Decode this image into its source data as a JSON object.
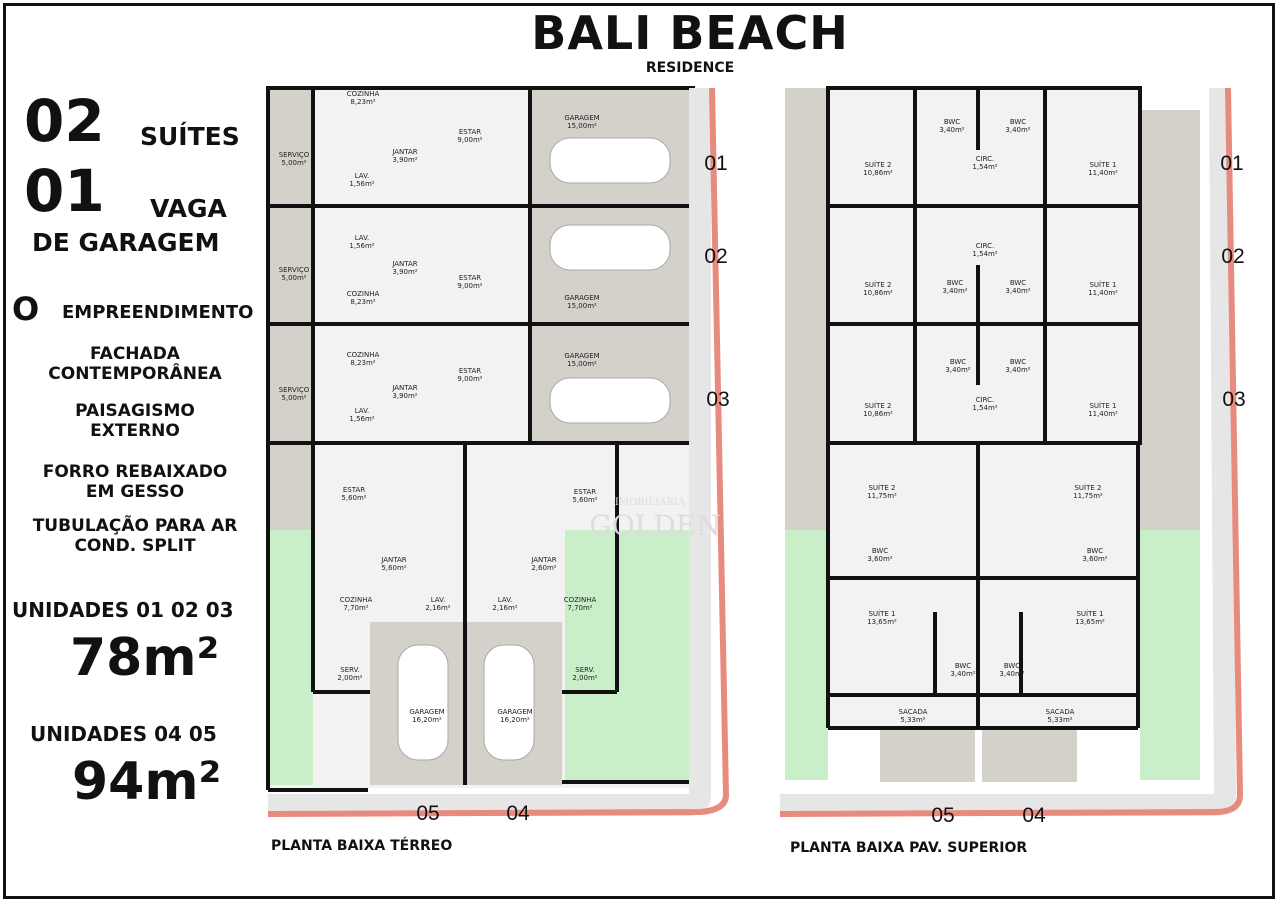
{
  "header": {
    "title": "BALI BEACH",
    "subtitle": "RESIDENCE"
  },
  "features": {
    "suites_num": "02",
    "suites_label": "SUÍTES",
    "vaga_num": "01",
    "vaga_label": "VAGA",
    "vaga_label2": "DE GARAGEM",
    "empreend_o": "O",
    "empreend_label": "EMPREENDIMENTO",
    "items": [
      [
        "FACHADA",
        "CONTEMPORÂNEA"
      ],
      [
        "PAISAGISMO",
        "EXTERNO"
      ],
      [
        "FORRO REBAIXADO",
        "EM GESSO"
      ],
      [
        "TUBULAÇÃO PARA AR",
        "COND. SPLIT"
      ]
    ],
    "units_a_label": "UNIDADES 01 02 03",
    "units_a_area": "78m²",
    "units_b_label": "UNIDADES 04 05",
    "units_b_area": "94m²"
  },
  "plans": {
    "ground_label": "PLANTA BAIXA TÉRREO",
    "upper_label": "PLANTA BAIXA PAV. SUPERIOR",
    "watermark": "IMOBILIÁRIA GOLDEN",
    "ground": {
      "unit_numbers": [
        "01",
        "02",
        "03",
        "05",
        "04"
      ],
      "rooms": [
        [
          "COZINHA",
          "8,23m²"
        ],
        [
          "JANTAR",
          "3,90m²"
        ],
        [
          "ESTAR",
          "9,00m²"
        ],
        [
          "SERVIÇO",
          "5,00m²"
        ],
        [
          "LAV.",
          "1,56m²"
        ],
        [
          "GARAGEM",
          "15,00m²"
        ],
        [
          "LAV.",
          "1,56m²"
        ],
        [
          "JANTAR",
          "3,90m²"
        ],
        [
          "COZINHA",
          "8,23m²"
        ],
        [
          "ESTAR",
          "9,00m²"
        ],
        [
          "SERVIÇO",
          "5,00m²"
        ],
        [
          "GARAGEM",
          "15,00m²"
        ],
        [
          "COZINHA",
          "8,23m²"
        ],
        [
          "JANTAR",
          "3,90m²"
        ],
        [
          "ESTAR",
          "9,00m²"
        ],
        [
          "SERVIÇO",
          "5,00m²"
        ],
        [
          "LAV.",
          "1,56m²"
        ],
        [
          "GARAGEM",
          "15,00m²"
        ],
        [
          "ESTAR",
          "5,60m²"
        ],
        [
          "JANTAR",
          "5,60m²"
        ],
        [
          "COZINHA",
          "7,70m²"
        ],
        [
          "LAV.",
          "2,16m²"
        ],
        [
          "SERV.",
          "2,00m²"
        ],
        [
          "GARAGEM",
          "16,20m²"
        ],
        [
          "ESTAR",
          "5,60m²"
        ],
        [
          "JANTAR",
          "2,60m²"
        ],
        [
          "COZINHA",
          "7,70m²"
        ],
        [
          "LAV.",
          "2,16m²"
        ],
        [
          "SERV.",
          "2,00m²"
        ],
        [
          "GARAGEM",
          "16,20m²"
        ]
      ]
    },
    "upper": {
      "unit_numbers": [
        "01",
        "02",
        "03",
        "05",
        "04"
      ],
      "rooms": [
        [
          "BWC",
          "3,40m²"
        ],
        [
          "BWC",
          "3,40m²"
        ],
        [
          "SUÍTE 2",
          "10,86m²"
        ],
        [
          "CIRC.",
          "1,54m²"
        ],
        [
          "SUÍTE 1",
          "11,40m²"
        ],
        [
          "CIRC.",
          "1,54m²"
        ],
        [
          "SUÍTE 2",
          "10,86m²"
        ],
        [
          "BWC",
          "3,40m²"
        ],
        [
          "BWC",
          "3,40m²"
        ],
        [
          "SUÍTE 1",
          "11,40m²"
        ],
        [
          "BWC",
          "3,40m²"
        ],
        [
          "BWC",
          "3,40m²"
        ],
        [
          "SUÍTE 2",
          "10,86m²"
        ],
        [
          "CIRC.",
          "1,54m²"
        ],
        [
          "SUÍTE 1",
          "11,40m²"
        ],
        [
          "SUÍTE 2",
          "11,75m²"
        ],
        [
          "SUÍTE 2",
          "11,75m²"
        ],
        [
          "BWC",
          "3,60m²"
        ],
        [
          "BWC",
          "3,60m²"
        ],
        [
          "SUÍTE 1",
          "13,65m²"
        ],
        [
          "SUÍTE 1",
          "13,65m²"
        ],
        [
          "BWC",
          "3,40m²"
        ],
        [
          "BWC",
          "3,40m²"
        ],
        [
          "SACADA",
          "5,33m²"
        ],
        [
          "SACADA",
          "5,33m²"
        ]
      ]
    }
  },
  "colors": {
    "grass": "#c9efc9",
    "paving": "#d4d0ca",
    "road_line": "#e98a7e",
    "wall": "#111111",
    "floor": "#f2f2f2"
  }
}
